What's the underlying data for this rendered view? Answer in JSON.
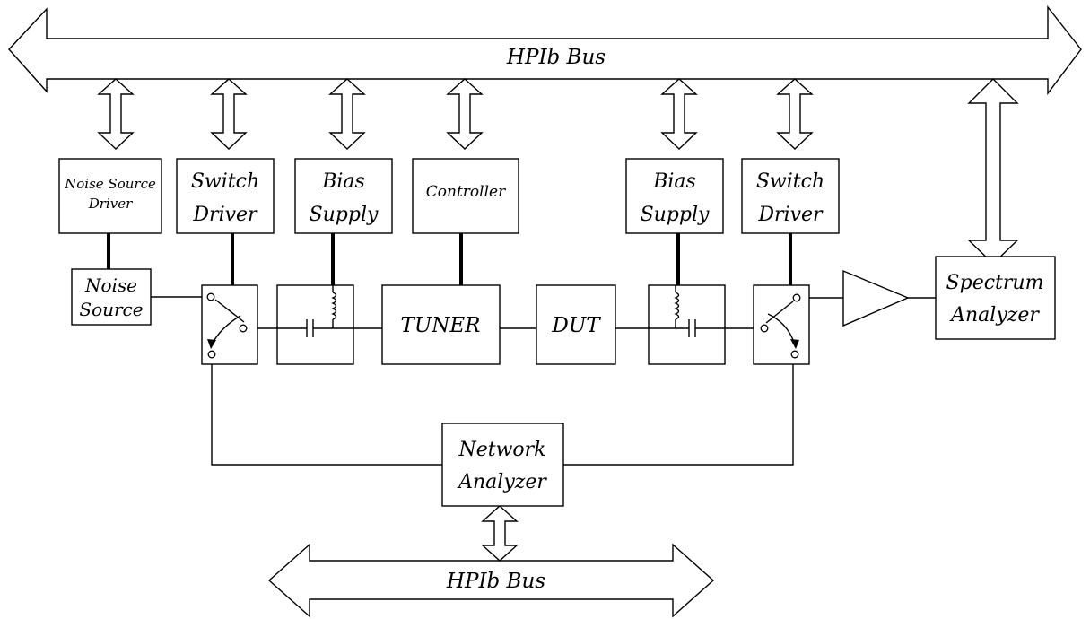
{
  "top_bus": {
    "label": "HPIb Bus"
  },
  "bottom_bus": {
    "label": "HPIb Bus"
  },
  "blocks": {
    "noise_source_driver": [
      "Noise Source",
      "Driver"
    ],
    "switch_driver_left": [
      "Switch",
      "Driver"
    ],
    "bias_supply_left": [
      "Bias",
      "Supply"
    ],
    "controller": [
      "Controller"
    ],
    "bias_supply_right": [
      "Bias",
      "Supply"
    ],
    "switch_driver_right": [
      "Switch",
      "Driver"
    ],
    "spectrum_analyzer": [
      "Spectrum",
      "Analyzer"
    ],
    "noise_source": [
      "Noise",
      "Source"
    ],
    "tuner": "TUNER",
    "dut": "DUT",
    "network_analyzer": [
      "Network",
      "Analyzer"
    ]
  }
}
